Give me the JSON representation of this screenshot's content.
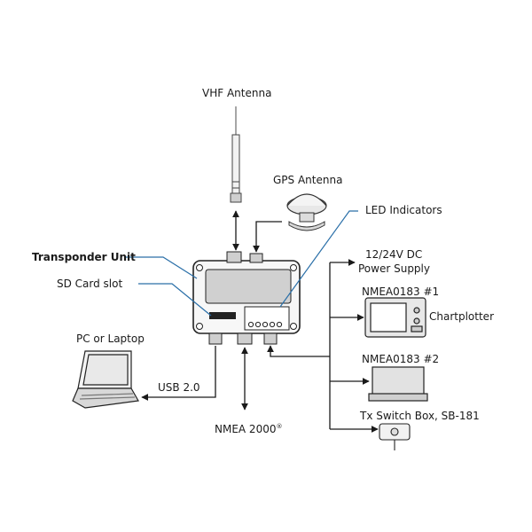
{
  "labels": {
    "vhf_antenna": "VHF Antenna",
    "gps_antenna": "GPS Antenna",
    "led_indicators": "LED Indicators",
    "transponder_unit": "Transponder Unit",
    "sd_card_slot": "SD Card slot",
    "pc_or_laptop": "PC or Laptop",
    "usb": "USB 2.0",
    "nmea2000": "NMEA 2000",
    "nmea2000_mark": "®",
    "power_line1": "12/24V DC",
    "power_line2": "Power Supply",
    "nmea0183_1": "NMEA0183 #1",
    "chartplotter": "Chartplotter",
    "nmea0183_2": "NMEA0183 #2",
    "tx_switch": "Tx Switch Box, SB-181"
  },
  "colors": {
    "line": "#1a1a1a",
    "leader": "#2a6fa8",
    "device_fill": "#e4e4e4",
    "window_fill": "#d0d0d0"
  }
}
